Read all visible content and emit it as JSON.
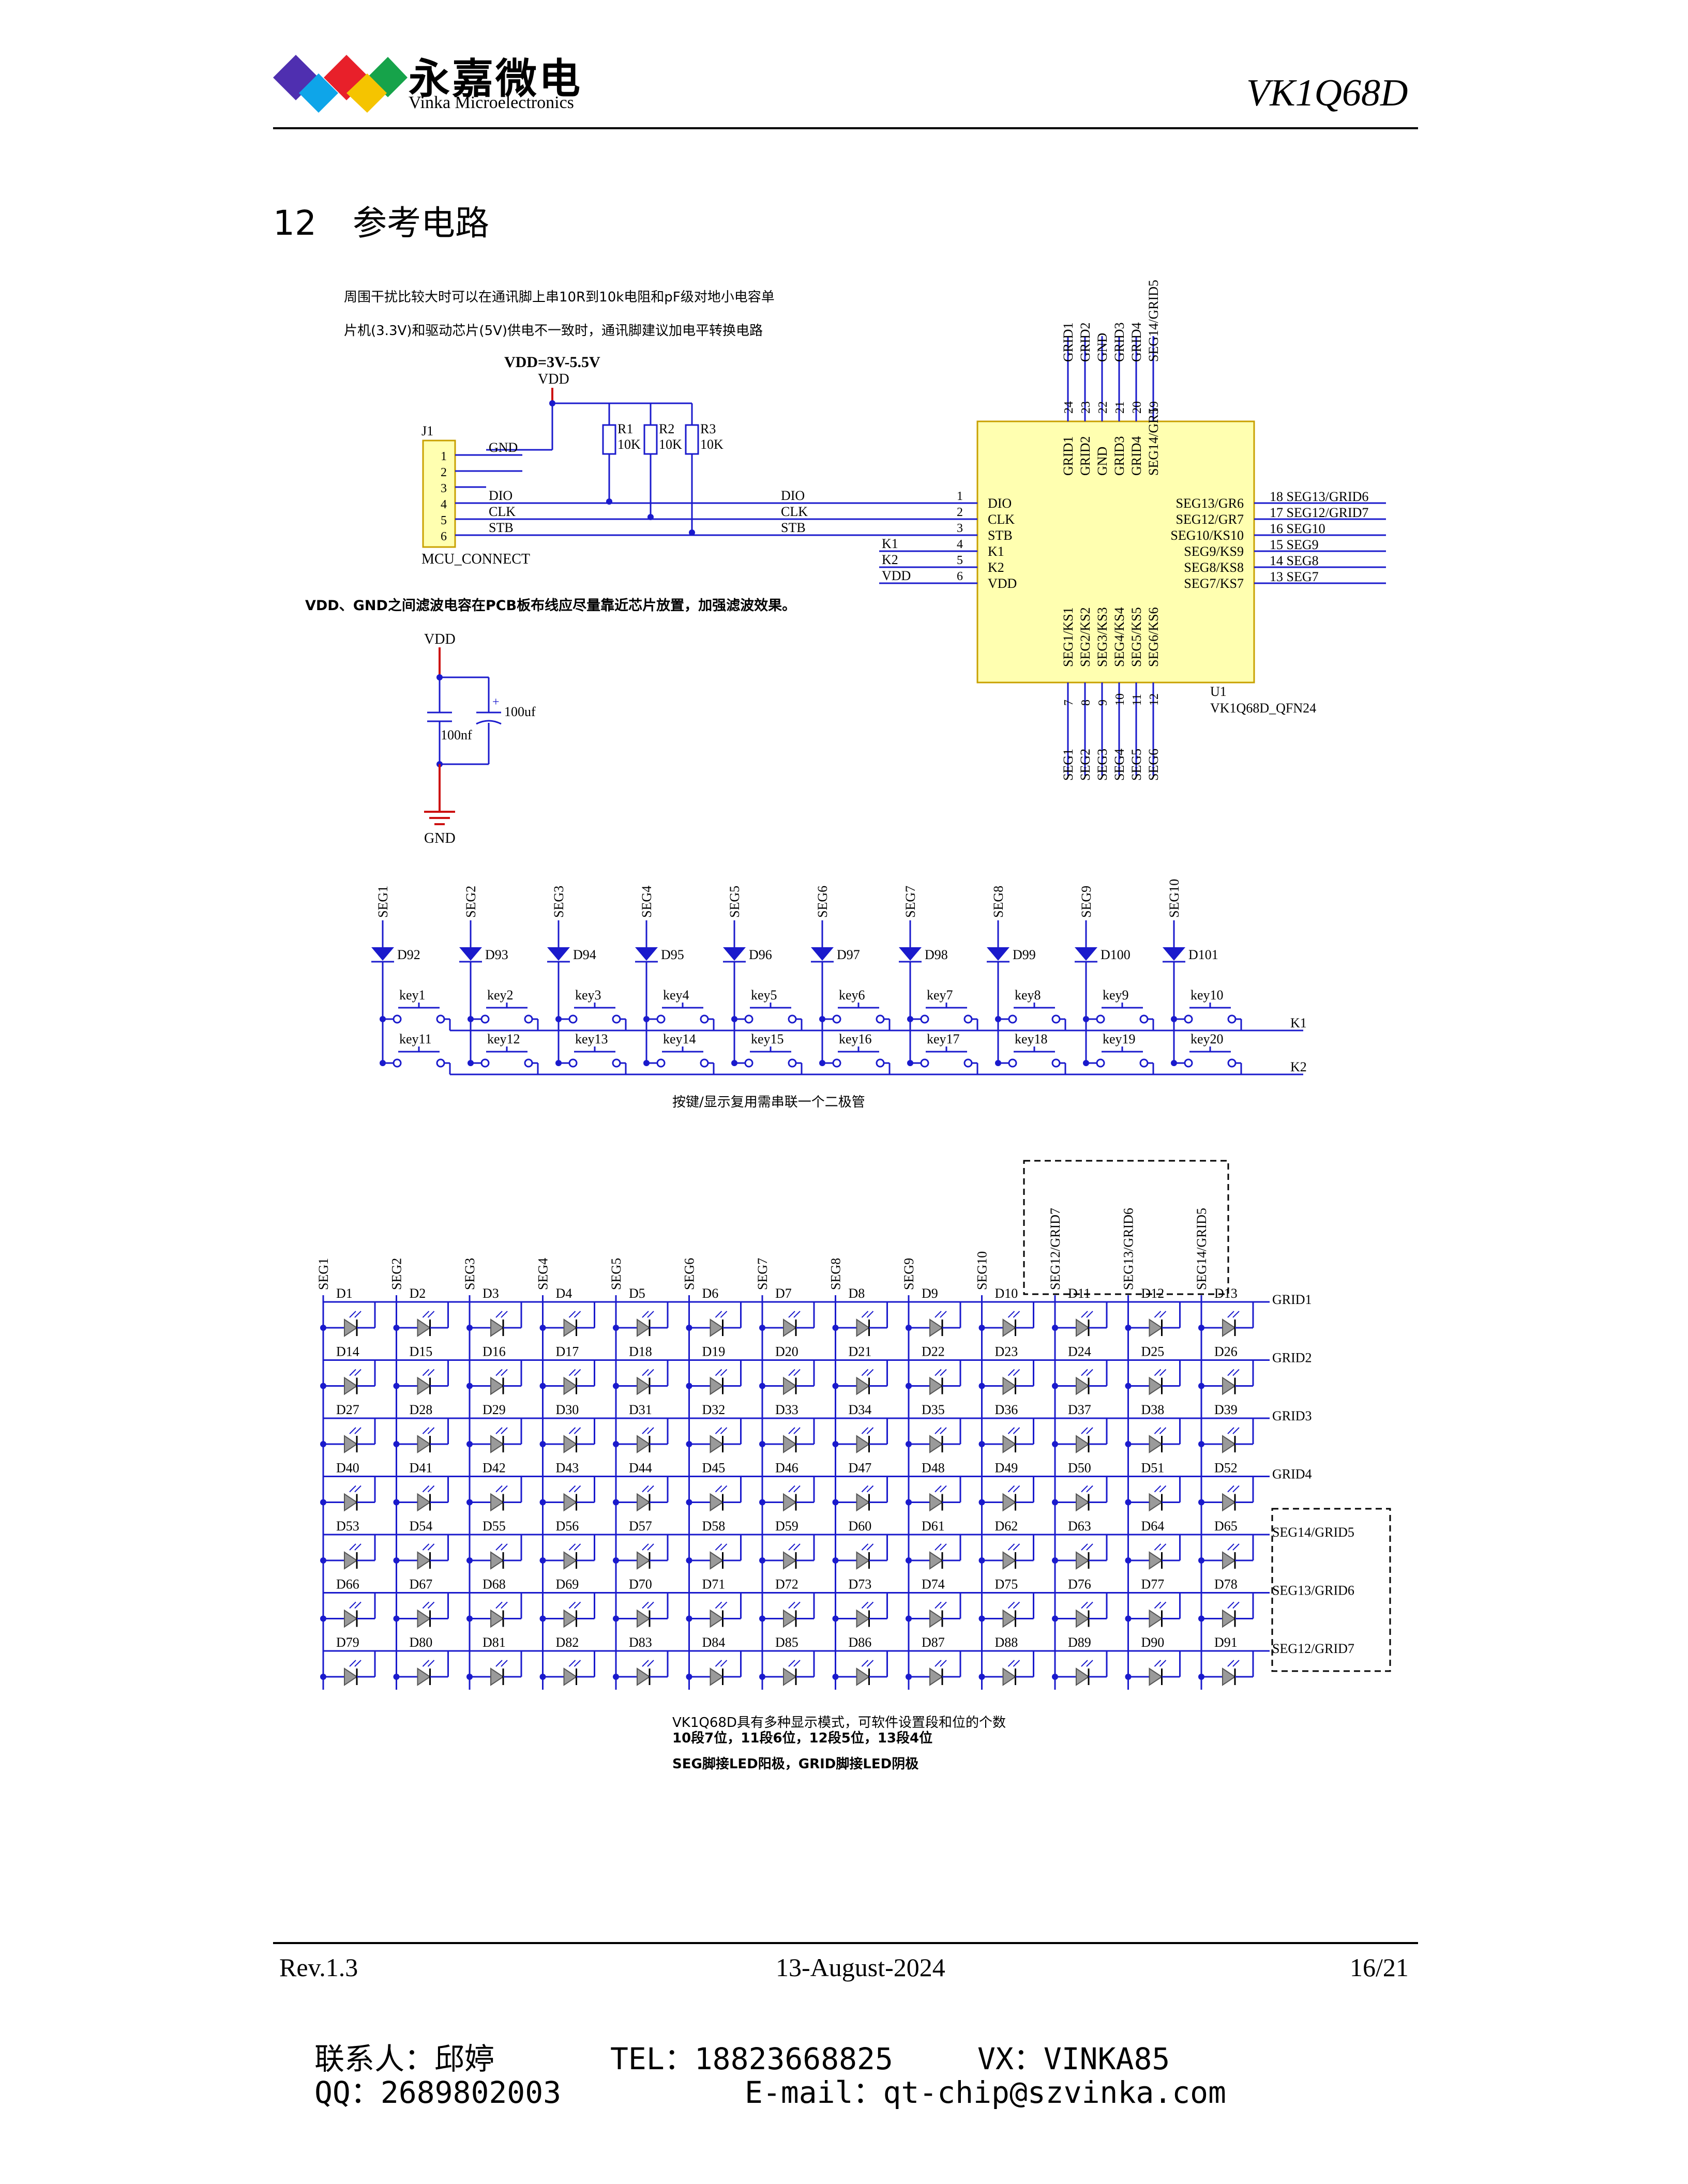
{
  "header": {
    "logo_cn": "永嘉微电",
    "logo_en": "Vinka Microelectronics",
    "doc_code": "VK1Q68D",
    "logo_colors": [
      "#4f2fb0",
      "#e8202a",
      "#16a34a",
      "#0ea5e9",
      "#f5c400"
    ]
  },
  "section": {
    "number": "12",
    "title": "参考电路"
  },
  "notes": {
    "note1a": "周围干扰比较大时可以在通讯脚上串10R到10k电阻和pF级对地小电容单",
    "note1b": "片机(3.3V)和驱动芯片(5V)供电不一致时，通讯脚建议加电平转换电路",
    "note_filter": "VDD、GND之间滤波电容在PCB板布线应尽量靠近芯片放置，加强滤波效果。",
    "note_keys": "按键/显示复用需串联一个二极管",
    "note_mode1": "VK1Q68D具有多种显示模式，可软件设置段和位的个数",
    "note_mode2": "10段7位，11段6位，12段5位，13段4位",
    "note_mode3": "SEG脚接LED阳极，GRID脚接LED阴极"
  },
  "power": {
    "vdd_range": "VDD=3V-5.5V",
    "vdd": "VDD",
    "gnd": "GND",
    "cap1": "100nf",
    "cap2": "100uf"
  },
  "connector": {
    "ref": "J1",
    "name": "MCU_CONNECT",
    "pins": [
      "1",
      "2",
      "3",
      "4",
      "5",
      "6"
    ],
    "signals": [
      "GND",
      "",
      "",
      "DIO",
      "CLK",
      "STB"
    ]
  },
  "resistors": [
    {
      "ref": "R1",
      "value": "10K"
    },
    {
      "ref": "R2",
      "value": "10K"
    },
    {
      "ref": "R3",
      "value": "10K"
    }
  ],
  "chip": {
    "ref": "U1",
    "part": "VK1Q68D_QFN24",
    "left_pins": [
      {
        "num": "1",
        "net": "DIO",
        "name": "DIO"
      },
      {
        "num": "2",
        "net": "CLK",
        "name": "CLK"
      },
      {
        "num": "3",
        "net": "STB",
        "name": "STB"
      },
      {
        "num": "4",
        "net": "K1",
        "name": "K1"
      },
      {
        "num": "5",
        "net": "K2",
        "name": "K2"
      },
      {
        "num": "6",
        "net": "VDD",
        "name": "VDD"
      }
    ],
    "top_pins": [
      {
        "num": "24",
        "name": "GRID1"
      },
      {
        "num": "23",
        "name": "GRID2"
      },
      {
        "num": "22",
        "name": "GND"
      },
      {
        "num": "21",
        "name": "GRID3"
      },
      {
        "num": "20",
        "name": "GRID4"
      },
      {
        "num": "19",
        "name": "SEG14/GRID5"
      }
    ],
    "top_inner": [
      "GRID1",
      "GRID2",
      "GND",
      "GRID3",
      "GRID4",
      "SEG14/GR5"
    ],
    "right_pins": [
      {
        "num": "18",
        "net": "SEG13/GRID6",
        "name": "SEG13/GR6"
      },
      {
        "num": "17",
        "net": "SEG12/GRID7",
        "name": "SEG12/GR7"
      },
      {
        "num": "16",
        "net": "SEG10",
        "name": "SEG10/KS10"
      },
      {
        "num": "15",
        "net": "SEG9",
        "name": "SEG9/KS9"
      },
      {
        "num": "14",
        "net": "SEG8",
        "name": "SEG8/KS8"
      },
      {
        "num": "13",
        "net": "SEG7",
        "name": "SEG7/KS7"
      }
    ],
    "bottom_pins": [
      {
        "num": "7",
        "net": "SEG1",
        "name": "SEG1/KS1"
      },
      {
        "num": "8",
        "net": "SEG2",
        "name": "SEG2/KS2"
      },
      {
        "num": "9",
        "net": "SEG3",
        "name": "SEG3/KS3"
      },
      {
        "num": "10",
        "net": "SEG4",
        "name": "SEG4/KS4"
      },
      {
        "num": "11",
        "net": "SEG5",
        "name": "SEG5/KS5"
      },
      {
        "num": "12",
        "net": "SEG6",
        "name": "SEG6/KS6"
      }
    ]
  },
  "keyscan": {
    "segs": [
      "SEG1",
      "SEG2",
      "SEG3",
      "SEG4",
      "SEG5",
      "SEG6",
      "SEG7",
      "SEG8",
      "SEG9",
      "SEG10"
    ],
    "diodes": [
      "D92",
      "D93",
      "D94",
      "D95",
      "D96",
      "D97",
      "D98",
      "D99",
      "D100",
      "D101"
    ],
    "keys_row1": [
      "key1",
      "key2",
      "key3",
      "key4",
      "key5",
      "key6",
      "key7",
      "key8",
      "key9",
      "key10"
    ],
    "keys_row2": [
      "key11",
      "key12",
      "key13",
      "key14",
      "key15",
      "key16",
      "key17",
      "key18",
      "key19",
      "key20"
    ],
    "k1": "K1",
    "k2": "K2"
  },
  "led_matrix": {
    "seg_labels": [
      "SEG1",
      "SEG2",
      "SEG3",
      "SEG4",
      "SEG5",
      "SEG6",
      "SEG7",
      "SEG8",
      "SEG9",
      "SEG10",
      "SEG12/GRID7",
      "SEG13/GRID6",
      "SEG14/GRID5"
    ],
    "row_labels": [
      "GRID1",
      "GRID2",
      "GRID3",
      "GRID4",
      "SEG14/GRID5",
      "SEG13/GRID6",
      "SEG12/GRID7"
    ],
    "diodes": [
      [
        "D1",
        "D2",
        "D3",
        "D4",
        "D5",
        "D6",
        "D7",
        "D8",
        "D9",
        "D10",
        "D11",
        "D12",
        "D13"
      ],
      [
        "D14",
        "D15",
        "D16",
        "D17",
        "D18",
        "D19",
        "D20",
        "D21",
        "D22",
        "D23",
        "D24",
        "D25",
        "D26"
      ],
      [
        "D27",
        "D28",
        "D29",
        "D30",
        "D31",
        "D32",
        "D33",
        "D34",
        "D35",
        "D36",
        "D37",
        "D38",
        "D39"
      ],
      [
        "D40",
        "D41",
        "D42",
        "D43",
        "D44",
        "D45",
        "D46",
        "D47",
        "D48",
        "D49",
        "D50",
        "D51",
        "D52"
      ],
      [
        "D53",
        "D54",
        "D55",
        "D56",
        "D57",
        "D58",
        "D59",
        "D60",
        "D61",
        "D62",
        "D63",
        "D64",
        "D65"
      ],
      [
        "D66",
        "D67",
        "D68",
        "D69",
        "D70",
        "D71",
        "D72",
        "D73",
        "D74",
        "D75",
        "D76",
        "D77",
        "D78"
      ],
      [
        "D79",
        "D80",
        "D81",
        "D82",
        "D83",
        "D84",
        "D85",
        "D86",
        "D87",
        "D88",
        "D89",
        "D90",
        "D91"
      ]
    ]
  },
  "footer": {
    "rev": "Rev.1.3",
    "date": "13-August-2024",
    "page": "16/21"
  },
  "contact": {
    "person_label": "联系人：",
    "person": "邱婷",
    "tel_label": "TEL：",
    "tel": "18823668825",
    "vx_label": "VX：",
    "vx": "VINKA85",
    "qq_label": "QQ：",
    "qq": "2689802003",
    "email_label": "E-mail：",
    "email": "qt-chip@szvinka.com"
  }
}
